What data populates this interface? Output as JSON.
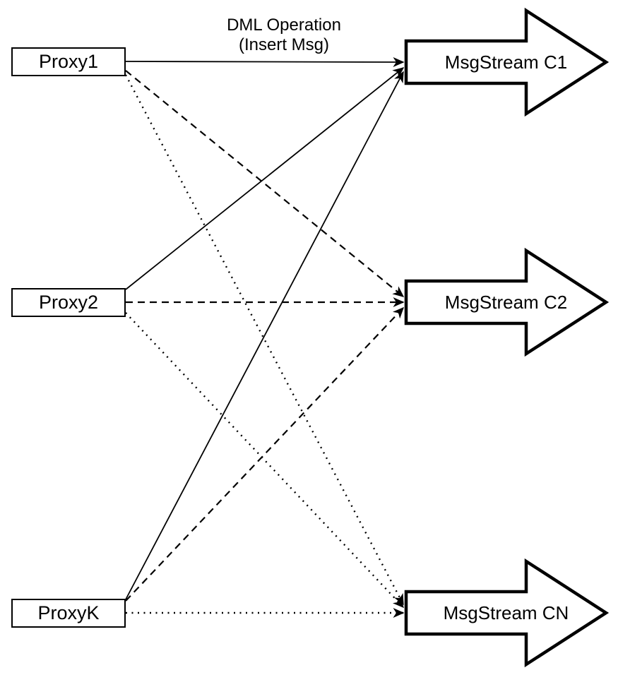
{
  "title": {
    "line1": "DML Operation",
    "line2": "(Insert Msg)"
  },
  "diagram": {
    "proxies": [
      {
        "id": "proxy1",
        "label": "Proxy1"
      },
      {
        "id": "proxy2",
        "label": "Proxy2"
      },
      {
        "id": "proxyk",
        "label": "ProxyK"
      }
    ],
    "streams": [
      {
        "id": "c1",
        "label": "MsgStream C1"
      },
      {
        "id": "c2",
        "label": "MsgStream C2"
      },
      {
        "id": "cn",
        "label": "MsgStream CN"
      }
    ],
    "edges": [
      {
        "from": "proxy1",
        "to": "c1",
        "style": "solid"
      },
      {
        "from": "proxy2",
        "to": "c1",
        "style": "solid"
      },
      {
        "from": "proxyk",
        "to": "c1",
        "style": "solid"
      },
      {
        "from": "proxy1",
        "to": "c2",
        "style": "dashed"
      },
      {
        "from": "proxy2",
        "to": "c2",
        "style": "dashed"
      },
      {
        "from": "proxyk",
        "to": "c2",
        "style": "dashed"
      },
      {
        "from": "proxy1",
        "to": "cn",
        "style": "dotted"
      },
      {
        "from": "proxy2",
        "to": "cn",
        "style": "dotted"
      },
      {
        "from": "proxyk",
        "to": "cn",
        "style": "dotted"
      }
    ],
    "colors": {
      "ink": "#000000",
      "paper": "#ffffff"
    }
  }
}
